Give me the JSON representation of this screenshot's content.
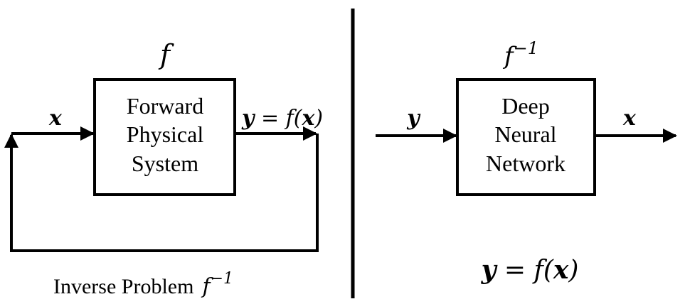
{
  "left": {
    "function_label": "f",
    "box_lines": [
      "Forward",
      "Physical",
      "System"
    ],
    "input_label": "x",
    "output_label": {
      "var": "y",
      "eq": " = f(",
      "arg": "x",
      "close": ")"
    },
    "caption": {
      "text": "Inverse Problem",
      "func": "f",
      "exp": "−1"
    }
  },
  "right": {
    "function_label": {
      "func": "f",
      "exp": "−1"
    },
    "box_lines": [
      "Deep",
      "Neural",
      "Network"
    ],
    "input_label": "y",
    "output_label": "x",
    "equation": {
      "var": "y",
      "eq": " = f(",
      "arg": "x",
      "close": ")"
    }
  },
  "colors": {
    "stroke": "#000000",
    "background": "#ffffff"
  }
}
